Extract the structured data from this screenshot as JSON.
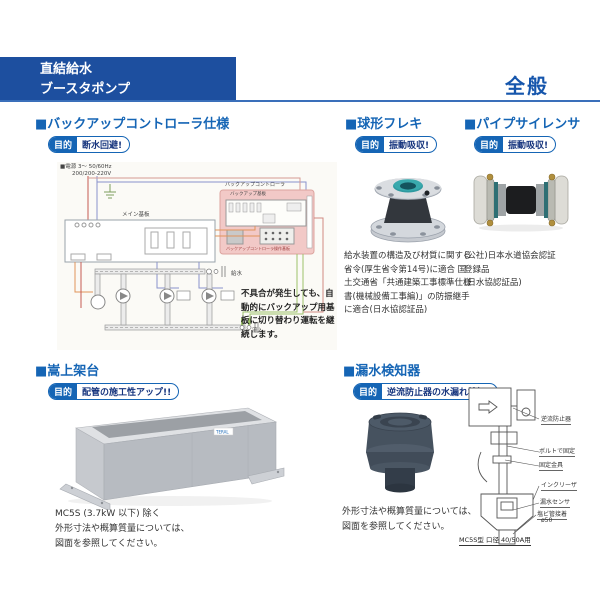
{
  "header": {
    "title_line1": "直結給水",
    "title_line2": "ブースタポンプ",
    "category": "全般"
  },
  "sections": {
    "backup_controller": {
      "title": "■バックアップコントローラ仕様",
      "purpose_label": "目的",
      "purpose": "断水回避!",
      "diagram": {
        "power_line1": "■電源 3～ 50/60Hz",
        "power_line2": "200/200-220V",
        "main_board": "メイン基板",
        "controller": "バックアップコントローラ",
        "backup_board": "バックアップ基板",
        "operation_board": "バックアップコントローラ操作基板",
        "supply": "給水",
        "inflow": "流入",
        "note": "不具合が発生しても、自動的にバックアップ用基板に切り替わり運転を継続します。"
      }
    },
    "spherical_flex": {
      "title": "■球形フレキ",
      "purpose_label": "目的",
      "purpose": "振動吸収!",
      "description": "給水装置の構造及び材質に関する省令(厚生省令第14号)に適合 国土交通省「共通建築工事標準仕様書(機械設備工事編)」の防振継手に適合(日水協認証品)"
    },
    "pipe_silencer": {
      "title": "■パイプサイレンサ",
      "purpose_label": "目的",
      "purpose": "振動吸収!",
      "description_line1": "(公社)日本水道協会認証",
      "description_line2": "登録品",
      "description_line3": "(日水協認証品)"
    },
    "raised_base": {
      "title": "■嵩上架台",
      "purpose_label": "目的",
      "purpose": "配管の施工性アップ!!",
      "brand": "TERAL",
      "note_line1": "MC5S (3.7kW 以下) 除く",
      "note_line2": "外形寸法や概算質量については、",
      "note_line3": "図面を参照してください。"
    },
    "leak_detector": {
      "title": "■漏水検知器",
      "purpose_label": "目的",
      "purpose": "逆流防止器の水漏れ検知!",
      "note_line1": "外形寸法や概算質量については、",
      "note_line2": "図面を参照してください。",
      "labels": {
        "backflow": "逆流防止器",
        "bolt": "ボルトで固定",
        "bracket": "固定金具",
        "increaser": "インクリーザ",
        "sensor": "漏水センサ",
        "pvc": "塩ビ管接着",
        "pvc_dia": "ø50",
        "caption": "MC5S型 口径 40/50A用"
      }
    }
  },
  "colors": {
    "header_bar": "#1d4f9f",
    "accent_blue": "#1565b5",
    "badge_text_navy": "#17357e",
    "pink_box": "#f2c9c7",
    "teal_rubber": "#2f9aa0"
  }
}
